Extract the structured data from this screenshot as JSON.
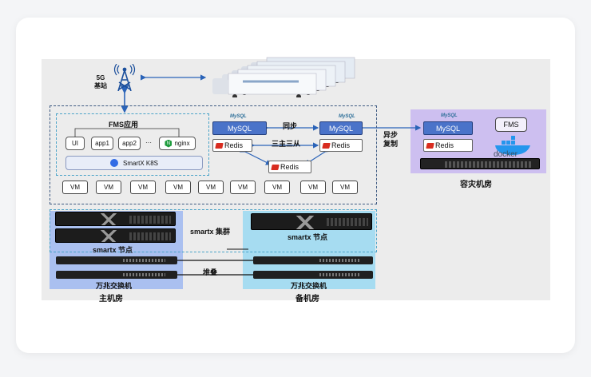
{
  "tower": {
    "label": "5G\n基站"
  },
  "fms_app": {
    "title": "FMS应用",
    "items": [
      "UI",
      "app1",
      "app2",
      "···",
      "nginx"
    ],
    "k8s_label": "SmartX K8S"
  },
  "db": {
    "mysql_logo": "MySQL",
    "mysql_label": "MySQL",
    "redis_label": "Redis",
    "sync_label": "同步",
    "three_master_label": "三主三从",
    "async_label": "异步\n复制"
  },
  "vms": [
    "VM",
    "VM",
    "VM",
    "VM",
    "VM",
    "VM",
    "VM",
    "VM",
    "VM"
  ],
  "cluster": {
    "label": "smartx 集群",
    "node_label": "smartx 节点"
  },
  "network": {
    "switch_label": "万兆交换机",
    "stack_label": "堆叠"
  },
  "rooms": {
    "primary": "主机房",
    "backup": "备机房",
    "disaster": "容灾机房"
  },
  "disaster": {
    "fms_label": "FMS",
    "docker_label": "docker"
  },
  "colors": {
    "mysql_blue": "#4a73c9",
    "redis_red": "#d82c20",
    "primary_room_bg": "#aac0f0",
    "backup_room_bg": "#a6dcf1",
    "disaster_room_bg": "#cdbff0",
    "arrow_blue": "#2a63b8"
  }
}
